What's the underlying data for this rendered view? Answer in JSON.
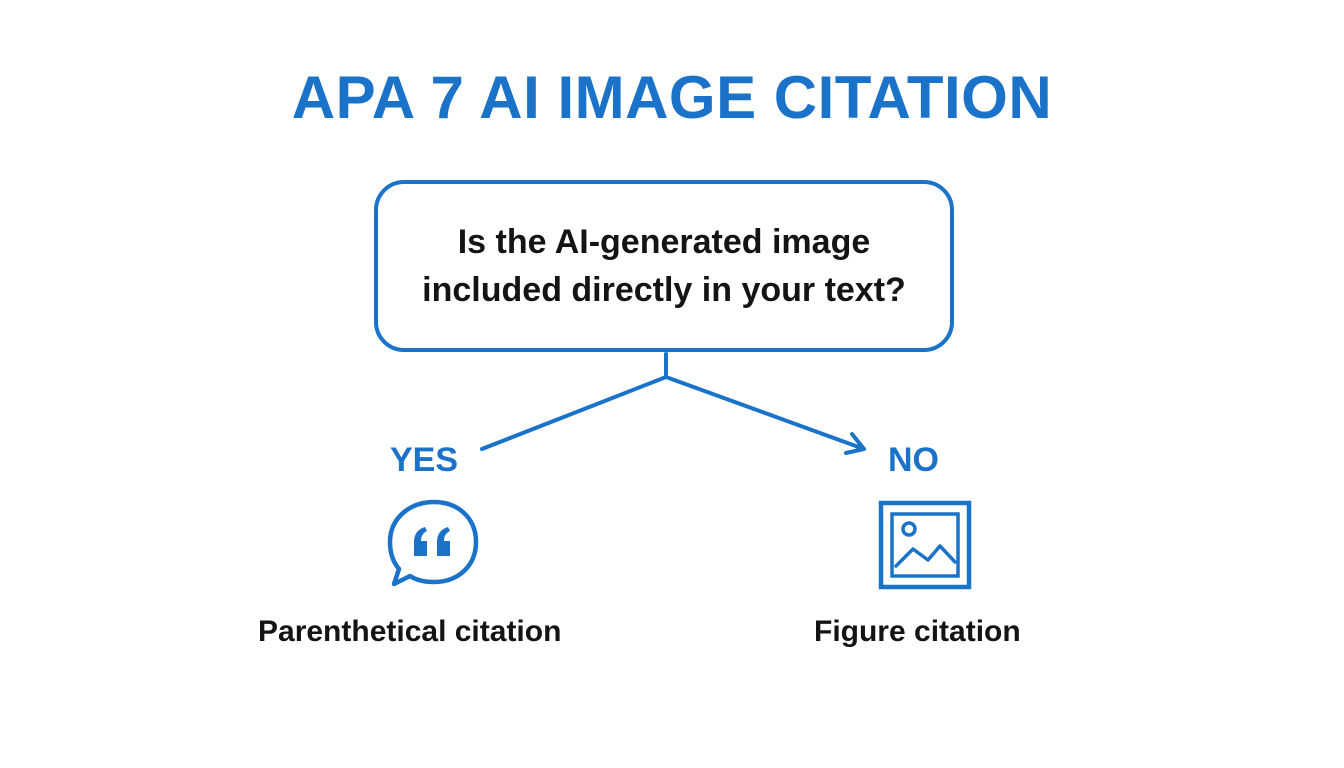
{
  "title": "APA 7 AI IMAGE CITATION",
  "question": {
    "line1": "Is the AI-generated image",
    "line2": "included directly in your text?"
  },
  "branches": {
    "yes": {
      "label": "YES",
      "icon": "quote-speech-bubble-icon",
      "result": "Parenthetical citation"
    },
    "no": {
      "label": "NO",
      "icon": "image-picture-icon",
      "result": "Figure citation"
    }
  },
  "colors": {
    "accent": "#1a73c9",
    "text": "#141414",
    "background": "#ffffff"
  }
}
